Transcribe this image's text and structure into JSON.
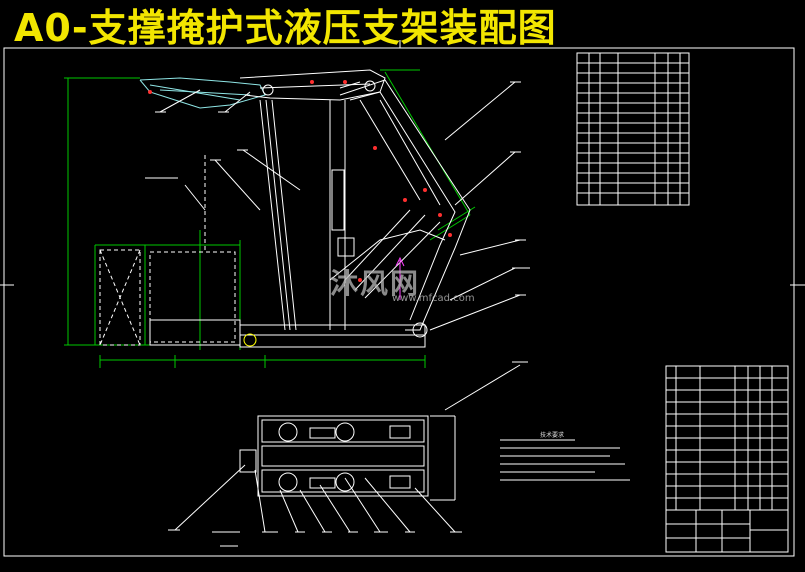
{
  "title": "A0-支撑掩护式液压支架装配图",
  "watermark": {
    "brand": "沐风网",
    "url": "www.mfcad.com"
  },
  "colors": {
    "background": "#000000",
    "title": "#f2e600",
    "line": "#ffffff",
    "dimension": "#00c800",
    "centerline": "#ff3030",
    "canopy": "#8fe6e6",
    "table": "#ffffff"
  },
  "notes_heading": "技术要求"
}
